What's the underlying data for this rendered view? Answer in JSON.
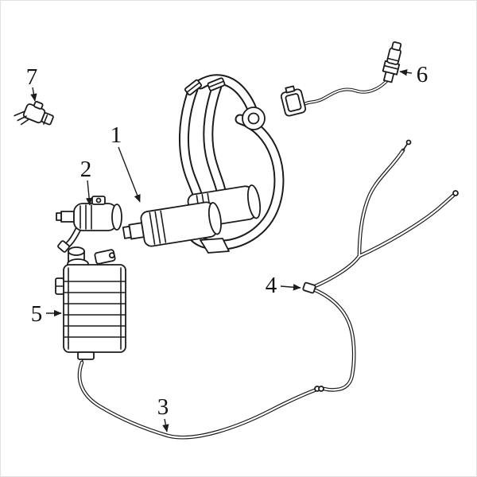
{
  "page": {
    "background": "#ffffff",
    "border_color": "#e2e2e2",
    "line_color": "#1c1c1c"
  },
  "callouts": [
    {
      "label": "1"
    },
    {
      "label": "2"
    },
    {
      "label": "3"
    },
    {
      "label": "4"
    },
    {
      "label": "5"
    },
    {
      "label": "6"
    },
    {
      "label": "7"
    }
  ]
}
